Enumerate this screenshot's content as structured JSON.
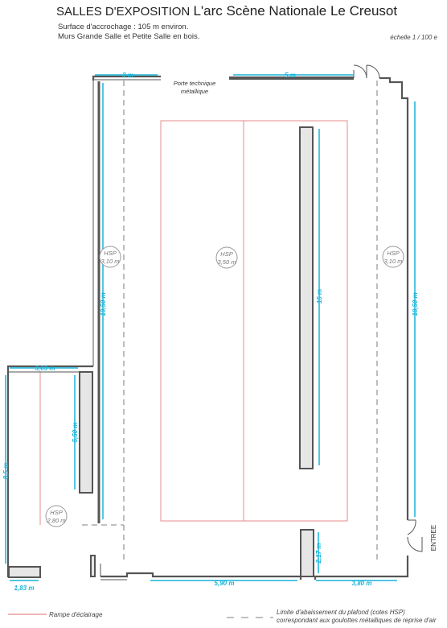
{
  "header": {
    "title_prefix": "SALLES D'EXPOSITION",
    "title_main": "L'arc Scène Nationale Le Creusot",
    "surface_note": "Surface d'accrochage : 105 m environ.",
    "walls_note": "Murs Grande Salle et Petite Salle en bois.",
    "scale": "échelle 1 / 100 e"
  },
  "dimensions": {
    "top_left": "3 m",
    "top_right": "5 m",
    "left_height": "19,50 m",
    "right_height": "18,50 m",
    "partition": "15 m",
    "small_top": "3,03 m",
    "small_partition": "5,50 m",
    "small_left": "8,5 m",
    "small_bottom": "1,83 m",
    "bottom_middle": "5,90 m",
    "bottom_right": "3,80 m",
    "right_block": "2,17 m"
  },
  "labels": {
    "porte_line1": "Porte technique",
    "porte_line2": "métallique",
    "entree": "ENTREE"
  },
  "hsp": [
    {
      "label": "HSP",
      "value": "3,10 m"
    },
    {
      "label": "HSP",
      "value": "3,50 m"
    },
    {
      "label": "HSP",
      "value": "3,10 m"
    },
    {
      "label": "HSP",
      "value": "2,80 m"
    }
  ],
  "legend": {
    "rampe": "Rampe d'éclairage",
    "limite_line1": "Limite d'abaissement du plafond (cotes HSP)",
    "limite_line2": "correspondant aux goulottes métalliques de reprise d'air"
  },
  "colors": {
    "wall": "#555555",
    "dimension": "#19b4d8",
    "rampe": "#e88b8b",
    "dashed": "#9a9a9a",
    "partition_fill": "#e6e6e6"
  }
}
